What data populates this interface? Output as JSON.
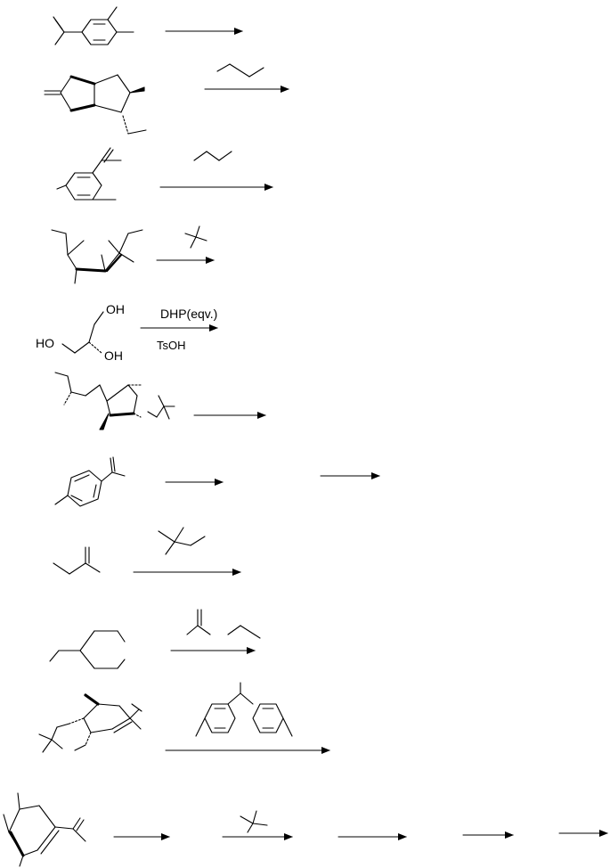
{
  "colors": {
    "ink": "#000000",
    "background": "#ffffff"
  },
  "reactions": [
    {
      "id": "r1",
      "arrows": 1
    },
    {
      "id": "r2",
      "arrows": 1
    },
    {
      "id": "r3",
      "arrows": 1
    },
    {
      "id": "r4",
      "arrows": 1
    },
    {
      "id": "r5",
      "arrows": 1,
      "reagent_above": "DHP(eqv.)",
      "reagent_below": "TsOH",
      "atoms": [
        "OH",
        "HO",
        "OH"
      ]
    },
    {
      "id": "r6",
      "arrows": 1
    },
    {
      "id": "r7",
      "arrows": 2
    },
    {
      "id": "r8",
      "arrows": 1
    },
    {
      "id": "r9",
      "arrows": 1
    },
    {
      "id": "r10",
      "arrows": 1
    },
    {
      "id": "r11",
      "arrows": 5
    }
  ]
}
